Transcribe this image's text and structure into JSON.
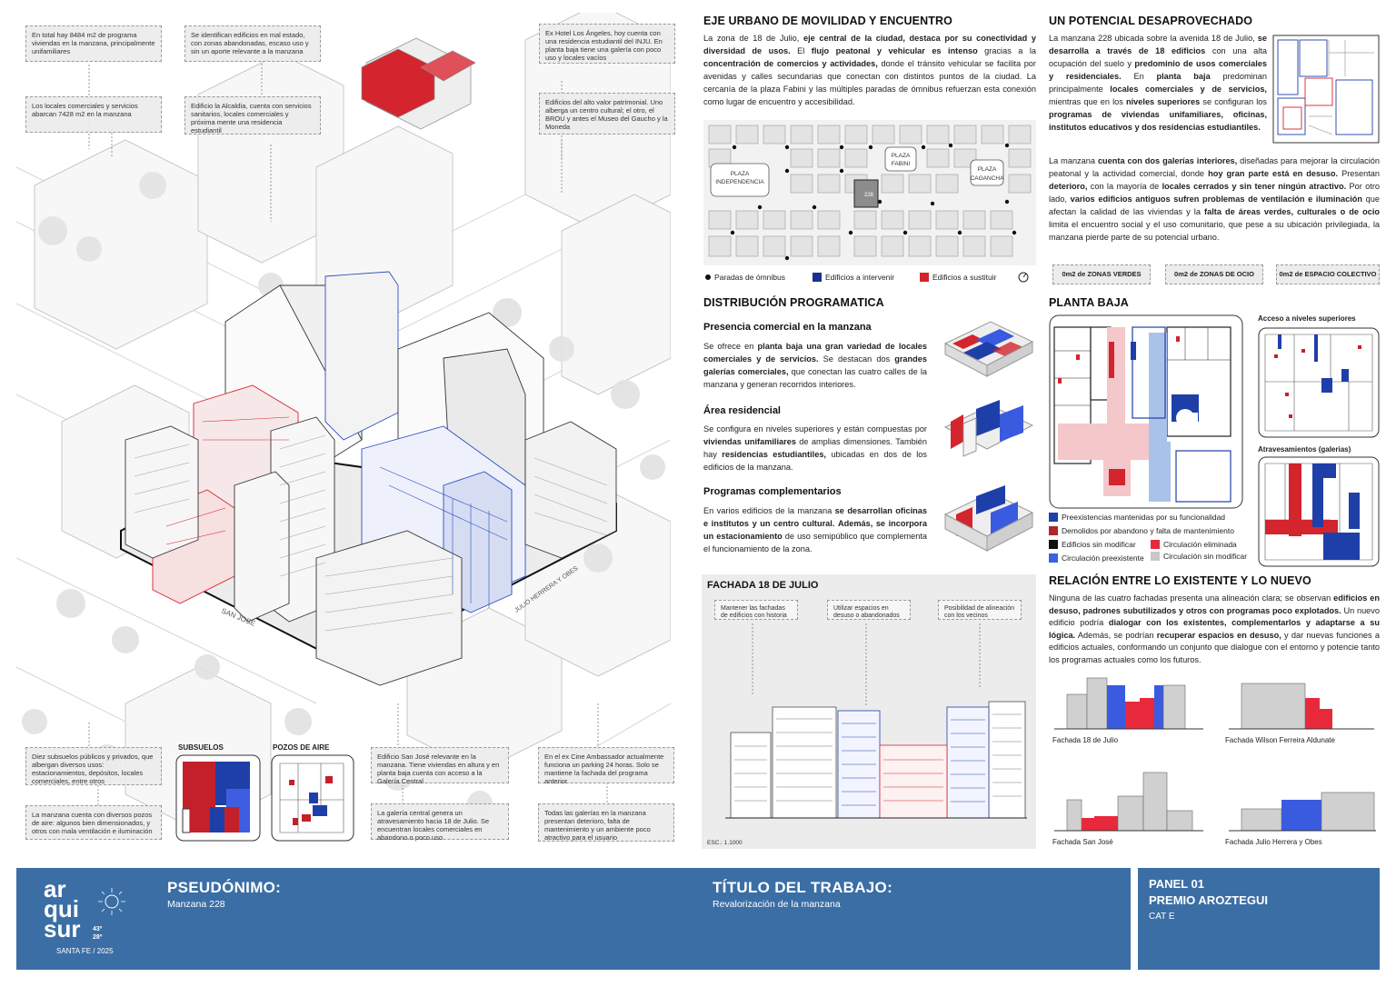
{
  "colors": {
    "blue": "#1f3fa8",
    "red": "#d4242d",
    "band": "#3b6ea5",
    "grey": "#c8c8c8"
  },
  "left_notes": {
    "n1": "En total hay 8484 m2 de programa viviendas en la manzana, principalmente unifamiliares",
    "n2": "Los locales comerciales y servicios abarcan 7428 m2 en la manzana",
    "n3": "Se identifican edificios en mal estado, con zonas abandonadas, escaso uso y sin un aporte relevante a la manzana",
    "n4": "Edificio la Alcaldía, cuenta con servicios sanitarios, locales comerciales y próxima mente una residencia estudiantil",
    "n5": "Ex Hotel Los Ángeles, hoy cuenta con una residencia estudiantil del INJU. En planta baja tiene una galería con poco uso y locales vacíos",
    "n6": "Edificios del alto valor patrimonial. Uno alberga un centro cultural; el otro, el BROU y antes el Museo del Gaucho y la Moneda",
    "n7": "Diez subsuelos públicos y privados, que albergan diversos usos: estacionamientos, depósitos, locales comerciales, entre otros",
    "n8": "La manzana cuenta con diversos pozos de aire: algunos bien dimensionados, y otros con mala ventilación e iluminación",
    "n9": "Edificio San José relevante en la manzana. Tiene viviendas en altura y en planta baja cuenta con acceso a la Galería Central",
    "n10": "La galería central genera un atravesamiento hacia 18 de Julio. Se encuentran locales comerciales en abandono o poco uso",
    "n11": "En el ex Cine Ambassador actualmente funciona un parking 24 horas. Solo se mantiene la fachada del programa anterior",
    "n12": "Todas las galerías en la manzana presentan deterioro, falta de mantenimiento y un ambiente poco atractivo para el usuario"
  },
  "axo": {
    "street1": "SAN JOSÉ",
    "street2": "JULIO HERRERA Y OBES",
    "subsuelos": "SUBSUELOS",
    "pozos": "POZOS DE AIRE"
  },
  "eje": {
    "title": "EJE URBANO DE MOVILIDAD Y ENCUENTRO",
    "t1": "La zona de 18 de Julio, ",
    "b1": "eje central de la ciudad, destaca por su conectividad y diversidad de usos.",
    "t2": " El ",
    "b2": "flujo peatonal y vehicular es intenso",
    "t3": " gracias a la ",
    "b3": "concentración de comercios y actividades,",
    "t4": " donde el tránsito vehicular se facilita por avenidas y calles secundarias que conectan con distintos puntos de la ciudad. La cercanía de la plaza Fabini y las múltiples paradas de ómnibus refuerzan esta conexión como lugar de encuentro y accesibilidad."
  },
  "map": {
    "plaza1": "PLAZA",
    "plaza1b": "INDEPENDENCIA",
    "plaza2": "PLAZA",
    "plaza2b": "FABINI",
    "plaza3": "PLAZA",
    "plaza3b": "CAGANCHA",
    "block": "228"
  },
  "map_legend": {
    "l1": "Paradas de ómnibus",
    "l2": "Edificios a intervenir",
    "l3": "Edificios a sustituir"
  },
  "potencial": {
    "title": "UN POTENCIAL DESAPROVECHADO",
    "p1a": "La manzana 228 ubicada sobre la avenida 18 de Julio, ",
    "p1b": "se desarrolla a través de 18 edificios",
    "p1c": " con una alta ocupación del suelo y ",
    "p1d": "predominio de usos comerciales y residenciales.",
    "p1e": " En ",
    "p1f": "planta baja",
    "p1g": " predominan principalmente ",
    "p1h": "locales comerciales y de servicios,",
    "p1i": " mientras que en los ",
    "p1j": "niveles superiores",
    "p1k": " se configuran los ",
    "p1l": "programas de viviendas unifamiliares, oficinas, institutos educativos y dos residencias estudiantiles.",
    "p2a": "La manzana ",
    "p2b": "cuenta con dos galerías interiores,",
    "p2c": " diseñadas para mejorar la circulación peatonal y la actividad comercial, donde ",
    "p2d": "hoy gran parte está en desuso.",
    "p2e": " Presentan ",
    "p2f": "deterioro,",
    "p2g": " con la mayoría de ",
    "p2h": "locales cerrados y sin tener ningún atractivo.",
    "p2i": " Por otro lado, ",
    "p2j": "varios edificios antiguos sufren problemas de ventilación e iluminación",
    "p2k": " que afectan la calidad de las viviendas y la ",
    "p2l": "falta de áreas verdes, culturales o de ocio",
    "p2m": " limita el encuentro social y el uso comunitario, que pese a su ubicación privilegiada, la manzana pierde parte de su potencial urbano.",
    "tag1": "0m2 de ZONAS VERDES",
    "tag2": "0m2 de ZONAS DE OCIO",
    "tag3": "0m2 de ESPACIO COLECTIVO"
  },
  "dist": {
    "title": "DISTRIBUCIÓN PROGRAMATICA",
    "s1": "Presencia comercial en la manzana",
    "s1a": "Se ofrece en ",
    "s1b": "planta baja una gran variedad de locales comerciales y de servicios.",
    "s1c": " Se destacan dos ",
    "s1d": "grandes galerías comerciales,",
    "s1e": " que conectan las cuatro calles de la manzana y generan recorridos interiores.",
    "s2": "Área residencial",
    "s2a": "Se configura en niveles superiores y están compuestas por ",
    "s2b": "viviendas unifamiliares",
    "s2c": " de amplias dimensiones. También hay ",
    "s2d": "residencias estudiantiles,",
    "s2e": " ubicadas en dos de los edificios de la manzana.",
    "s3": "Programas complementarios",
    "s3a": "En varios edificios de la manzana ",
    "s3b": "se desarrollan oficinas e institutos y un centro cultural.",
    "s3c": " ",
    "s3d": "Además, se incorpora un estacionamiento",
    "s3e": " de uso semipúblico que complementa el funcionamiento de la zona."
  },
  "planta": {
    "title": "PLANTA BAJA",
    "acc": "Acceso a niveles superiores",
    "atr": "Atravesamientos (galerias)",
    "leg1": "Preexistencias mantenidas por su funcionalidad",
    "leg2": "Demolidos por abandono y falta de mantenimiento",
    "leg3": "Edificios sin modificar",
    "leg4": "Circulación eliminada",
    "leg5": "Circulación preexistente",
    "leg6": "Circulación sin modificar"
  },
  "fachada": {
    "title": "FACHADA 18 DE JULIO",
    "c1": "Mantener las fachadas de edificios con historia",
    "c2": "Utilizar espacios en desuso o abandonados",
    "c3": "Posibilidad de alineación con los vecinos",
    "esc": "ESC.: 1.1000"
  },
  "relacion": {
    "title": "RELACIÓN ENTRE LO EXISTENTE Y LO NUEVO",
    "a": "Ninguna de las cuatro fachadas presenta una alineación clara; se observan ",
    "b": "edificios en desuso, padrones subutilizados y otros con programas poco explotados.",
    "c": " Un nuevo edificio podría ",
    "d": "dialogar con los existentes, complementarlos y adaptarse a su lógica.",
    "e": " Además, se podrían ",
    "f": "recuperar espacios en desuso,",
    "g": " y dar nuevas funciones a edificios actuales, conformando un conjunto que dialogue con el entorno y potencie tanto los programas actuales como los futuros.",
    "f1": "Fachada 18 de Julio",
    "f2": "Fachada Wilson Ferreira Aldunate",
    "f3": "Fachada San José",
    "f4": "Fachada Julio Herrera y Obes"
  },
  "footer": {
    "logo1": "ar",
    "logo2": "qui",
    "logo3": "sur",
    "logo4": "SANTA FE / 2025",
    "logo_n1": "43º",
    "logo_n2": "28º",
    "pseud_l": "PSEUDÓNIMO:",
    "pseud_v": "Manzana 228",
    "tit_l": "TÍTULO DEL TRABAJO:",
    "tit_v": "Revalorización de la manzana",
    "panel": "PANEL 01",
    "premio": "PREMIO AROZTEGUI",
    "cat": "CAT E"
  }
}
